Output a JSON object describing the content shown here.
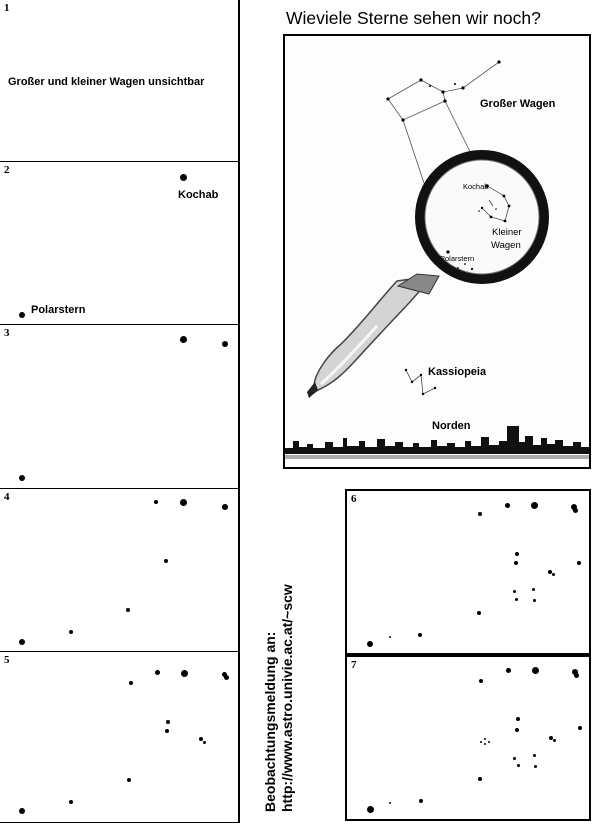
{
  "title": "Wieviele Sterne sehen wir noch?",
  "panels": [
    {
      "num": "1",
      "label": "Großer und kleiner Wagen unsichtbar"
    },
    {
      "num": "2",
      "kochab": "Kochab",
      "polarstern": "Polarstern"
    },
    {
      "num": "3"
    },
    {
      "num": "4"
    },
    {
      "num": "5"
    },
    {
      "num": "6"
    },
    {
      "num": "7"
    }
  ],
  "illustration": {
    "grosser_wagen": "Großer Wagen",
    "kochab": "Kochab",
    "kleiner_wagen_1": "Kleiner",
    "kleiner_wagen_2": "Wagen",
    "polarstern": "Polarstern",
    "kassiopeia": "Kassiopeia",
    "norden": "Norden"
  },
  "sidebar": {
    "line1": "Beobachtungsmeldung an:",
    "line2": "http://www.astro.univie.ac.at/~scw"
  }
}
